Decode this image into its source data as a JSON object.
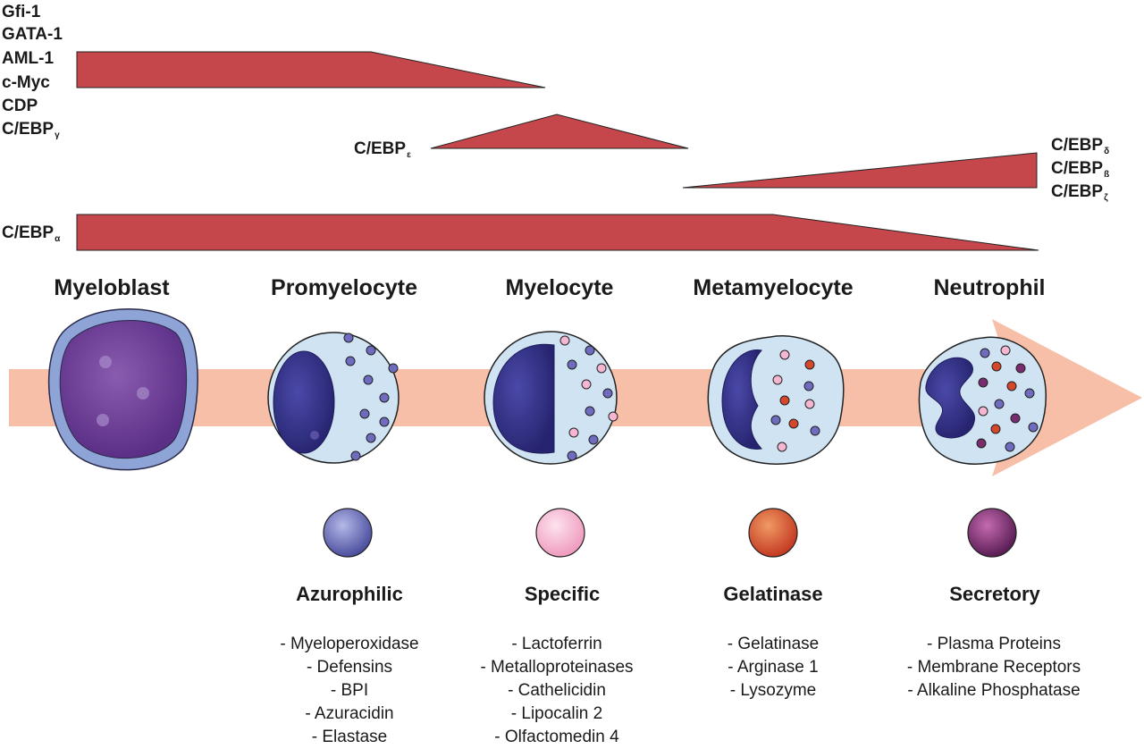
{
  "factors": {
    "early": [
      "Gfi-1",
      "GATA-1",
      "AML-1",
      "c-Myc",
      "CDP"
    ],
    "cebp_gamma": {
      "main": "C/EBP",
      "sub": "γ"
    },
    "cebp_epsilon": {
      "main": "C/EBP",
      "sub": "ε"
    },
    "late": [
      {
        "main": "C/EBP",
        "sub": "δ"
      },
      {
        "main": "C/EBP",
        "sub": "ß"
      },
      {
        "main": "C/EBP",
        "sub": "ζ"
      }
    ],
    "cebp_alpha": {
      "main": "C/EBP",
      "sub": "α"
    }
  },
  "stages": [
    "Myeloblast",
    "Promyelocyte",
    "Myelocyte",
    "Metamyelocyte",
    "Neutrophil"
  ],
  "granules": [
    {
      "type": "Azurophilic",
      "color": "#5a5fae",
      "items": [
        "-  Myeloperoxidase",
        "- Defensins",
        "- BPI",
        "- Azuracidin",
        "- Elastase"
      ]
    },
    {
      "type": "Specific",
      "color": "#f2a9c8",
      "items": [
        "-  Lactoferrin",
        "- Metalloproteinases",
        "- Cathelicidin",
        "- Lipocalin 2",
        "- Olfactomedin 4"
      ]
    },
    {
      "type": "Gelatinase",
      "color": "#d4472a",
      "items": [
        "- Gelatinase",
        "- Arginase 1",
        "- Lysozyme"
      ]
    },
    {
      "type": "Secretory",
      "color": "#7a2c6e",
      "items": [
        "- Plasma Proteins",
        "- Membrane Receptors",
        "- Alkaline Phosphatase"
      ]
    }
  ],
  "colors": {
    "band": "#c6474b",
    "arrow": "#f7bfa8",
    "cell_cytoplasm": "#cfe3f3",
    "nucleus": "#2e2c86",
    "myeloblast_nucleus": "#6b3e93"
  }
}
